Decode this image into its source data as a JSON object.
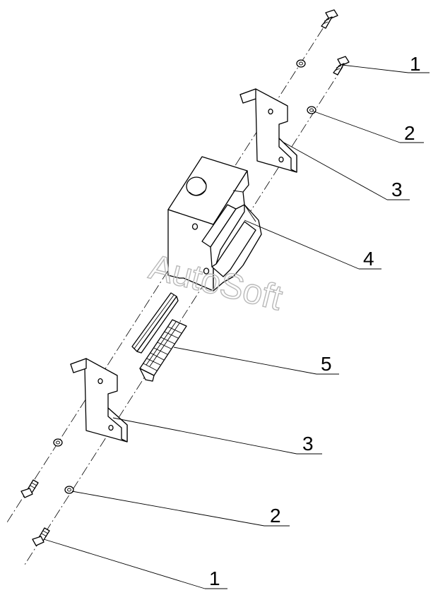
{
  "watermark": "AutoSoft",
  "callouts": [
    {
      "id": "c1-top",
      "label": "1"
    },
    {
      "id": "c2-top",
      "label": "2"
    },
    {
      "id": "c3-top",
      "label": "3"
    },
    {
      "id": "c4",
      "label": "4"
    },
    {
      "id": "c5",
      "label": "5"
    },
    {
      "id": "c3-bottom",
      "label": "3"
    },
    {
      "id": "c2-bottom",
      "label": "2"
    },
    {
      "id": "c1-bottom",
      "label": "1"
    }
  ],
  "colors": {
    "line": "#000000",
    "watermark": "#b9b9b9",
    "background": "#ffffff"
  }
}
